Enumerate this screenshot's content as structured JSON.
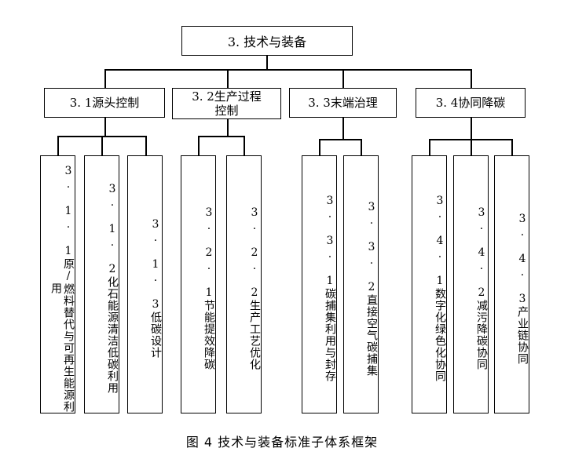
{
  "root": {
    "label": "3. 技术与装备"
  },
  "groups": [
    {
      "label": "3. 1源头控制",
      "children": [
        "3. 1. 1原/燃料替代与可再生能源利用",
        "3. 1. 2化石能源清洁低碳利用",
        "3. 1. 3低碳设计"
      ]
    },
    {
      "label_lines": [
        "3. 2生产过程",
        "控制"
      ],
      "children": [
        "3. 2. 1节能提效降碳",
        "3. 2. 2生产工艺优化"
      ]
    },
    {
      "label": "3. 3末端治理",
      "children": [
        "3. 3. 1碳捕集利用与封存",
        "3. 3. 2直接空气碳捕集"
      ]
    },
    {
      "label": "3. 4协同降碳",
      "children": [
        "3. 4. 1数字化绿色化协同",
        "3. 4. 2减污降碳协同",
        "3. 4. 3产业链协同"
      ]
    }
  ],
  "caption": "图 4 技术与装备标准子体系框架"
}
